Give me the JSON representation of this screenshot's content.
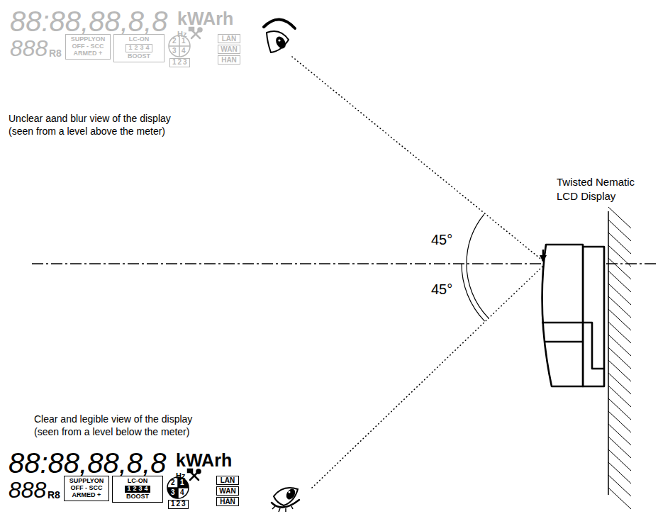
{
  "diagram": {
    "nodes": [
      {
        "text": [
          "SUPPLYON",
          "OFF - SCC",
          "ARMED +"
        ]
      },
      {
        "text": [
          "LC-ON",
          "1234",
          "BOOST"
        ]
      },
      {
        "text": [
          "LAN"
        ]
      },
      {
        "text": [
          "WAN"
        ]
      },
      {
        "text": [
          "HAN"
        ]
      },
      {
        "text": [
          "SUPPLYON",
          "OFF - SCC",
          "ARMED +"
        ]
      },
      {
        "text": [
          "LC-ON",
          "1234",
          "BOOST"
        ]
      },
      {
        "text": [
          "LAN"
        ]
      },
      {
        "text": [
          "WAN"
        ]
      },
      {
        "text": [
          "HAN"
        ]
      }
    ],
    "labels": [
      "88:88,88,8,8",
      "kWArh",
      "Hz",
      "888",
      "R8",
      "2",
      "1",
      "3",
      "4",
      "123",
      "Unclear aand blur view of the display",
      "(seen from a level above the meter)",
      "Twisted Nematic LCD Display",
      "45°",
      "45°",
      "Clear and legible view of the display",
      "(seen from a level below the meter)",
      "88:88,88,8,8",
      "kWArh",
      "Hz",
      "888",
      "R8",
      "2",
      "1",
      "3",
      "4",
      "123"
    ]
  }
}
